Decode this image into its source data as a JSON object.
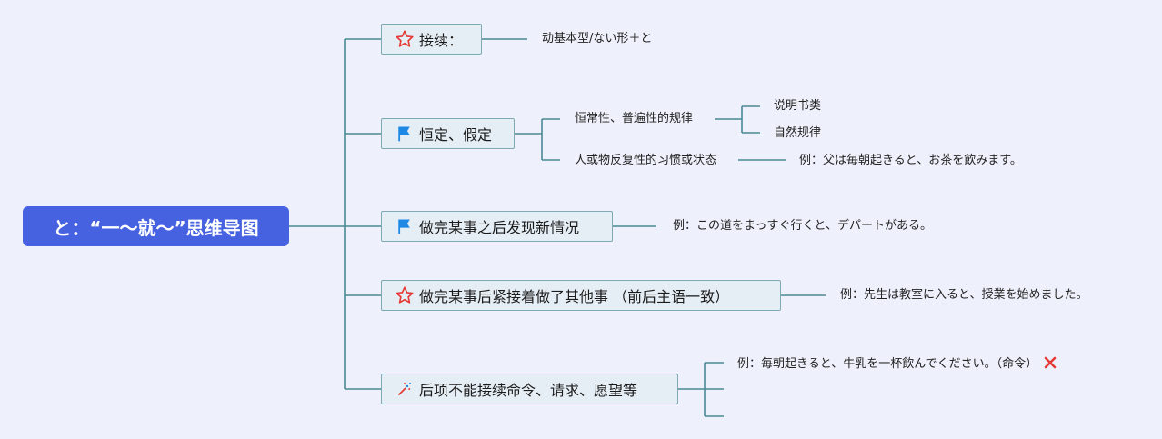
{
  "root": {
    "label": "と：“一〜就〜”思维导图"
  },
  "colors": {
    "root_bg": "#4662e0",
    "line": "#4a8a95",
    "topic_border": "#7fa9b3",
    "star": "#e53935",
    "flag": "#1e88e5",
    "cross": "#e53935"
  },
  "topics": [
    {
      "icon": "star-outline-icon",
      "label": "接续："
    },
    {
      "icon": "flag-icon",
      "label": "恒定、假定"
    },
    {
      "icon": "flag-icon",
      "label": "做完某事之后发现新情况"
    },
    {
      "icon": "star-outline-icon",
      "label": "做完某事后紧接着做了其他事 （前后主语一致）"
    },
    {
      "icon": "sparkle-icon",
      "label": "后项不能接续命令、请求、愿望等"
    }
  ],
  "leaves": {
    "t1_form": "动基本型/ない形＋と",
    "t2_constancy": "恒常性、普遍性的规律",
    "t2_manual": "说明书类",
    "t2_natural": "自然规律",
    "t2_habit": "人或物反复性的习惯或状态",
    "t2_example": "例：父は毎朝起きると、お茶を飲みます。",
    "t3_example": "例：この道をまっすぐ行くと、デパートがある。",
    "t4_example": "例：先生は教室に入ると、授業を始めました。",
    "t5_example": "例：毎朝起きると、牛乳を一杯飲んでください。（命令）"
  }
}
